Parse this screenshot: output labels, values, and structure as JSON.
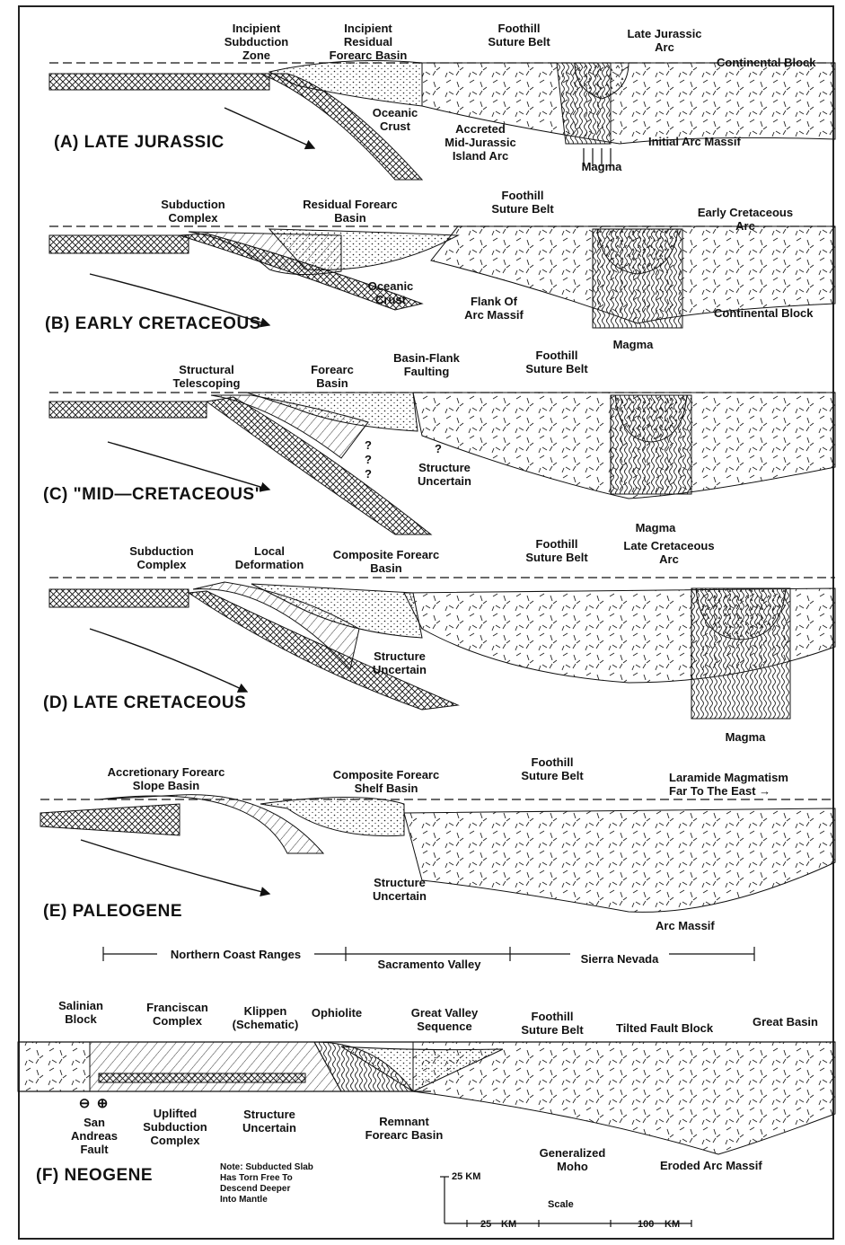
{
  "panels": {
    "a": {
      "title": "(A) LATE JURASSIC",
      "labels": {
        "incipient_subduction_zone": "Incipient\nSubduction\nZone",
        "incipient_residual_forearc_basin": "Incipient\nResidual\nForearc Basin",
        "foothill_suture_belt": "Foothill\nSuture Belt",
        "late_jurassic_arc": "Late Jurassic\nArc",
        "continental_block": "Continental Block",
        "oceanic_crust": "Oceanic\nCrust",
        "accreted_island_arc": "Accreted\nMid-Jurassic\nIsland Arc",
        "initial_arc_massif": "Initial Arc Massif",
        "magma": "Magma"
      }
    },
    "b": {
      "title": "(B) EARLY CRETACEOUS",
      "labels": {
        "subduction_complex": "Subduction\nComplex",
        "residual_forearc_basin": "Residual Forearc\nBasin",
        "foothill_suture_belt": "Foothill\nSuture Belt",
        "early_cretaceous_arc": "Early Cretaceous\nArc",
        "oceanic_crust": "Oceanic\nCrust",
        "flank_of_arc_massif": "Flank Of\nArc Massif",
        "continental_block": "Continental Block",
        "magma": "Magma"
      }
    },
    "c": {
      "title": "(C) \"MID—CRETACEOUS\"",
      "labels": {
        "structural_telescoping": "Structural\nTelescoping",
        "forearc_basin": "Forearc\nBasin",
        "basin_flank_faulting": "Basin-Flank\nFaulting",
        "foothill_suture_belt": "Foothill\nSuture Belt",
        "structure_uncertain": "Structure\nUncertain",
        "magma": "Magma",
        "question_mark": "?"
      }
    },
    "d": {
      "title": "(D) LATE CRETACEOUS",
      "labels": {
        "subduction_complex": "Subduction\nComplex",
        "local_deformation": "Local\nDeformation",
        "composite_forearc_basin": "Composite Forearc\nBasin",
        "foothill_suture_belt": "Foothill\nSuture Belt",
        "late_cretaceous_arc": "Late Cretaceous\nArc",
        "structure_uncertain": "Structure\nUncertain",
        "magma": "Magma"
      }
    },
    "e": {
      "title": "(E) PALEOGENE",
      "labels": {
        "accretionary_slope_basin": "Accretionary Forearc\nSlope Basin",
        "composite_shelf_basin": "Composite Forearc\nShelf Basin",
        "foothill_suture_belt": "Foothill\nSuture Belt",
        "laramide_magmatism": "Laramide Magmatism\nFar To The East →",
        "structure_uncertain": "Structure\nUncertain",
        "arc_massif": "Arc Massif"
      }
    },
    "regions": {
      "northern_coast_ranges": "Northern Coast Ranges",
      "sacramento_valley": "Sacramento Valley",
      "sierra_nevada": "Sierra Nevada"
    },
    "f": {
      "title": "(F) NEOGENE",
      "labels": {
        "salinian_block": "Salinian\nBlock",
        "franciscan_complex": "Franciscan\nComplex",
        "klippen": "Klippen\n(Schematic)",
        "ophiolite": "Ophiolite",
        "great_valley_sequence": "Great Valley\nSequence",
        "foothill_suture_belt": "Foothill\nSuture Belt",
        "tilted_fault_block": "Tilted Fault Block",
        "great_basin": "Great Basin",
        "san_andreas_fault": "San\nAndreas\nFault",
        "uplifted_subduction_complex": "Uplifted\nSubduction\nComplex",
        "structure_uncertain": "Structure\nUncertain",
        "remnant_forearc_basin": "Remnant\nForearc Basin",
        "generalized_moho": "Generalized\nMoho",
        "eroded_arc_massif": "Eroded Arc Massif",
        "note": "Note: Subducted Slab\nHas Torn Free To\nDescend Deeper\nInto Mantle",
        "minus": "⊖",
        "plus": "⊕"
      }
    }
  },
  "scale": {
    "title": "Scale",
    "vertical": "25 KM",
    "h_25": "25",
    "h_km1": "KM",
    "h_100": "100",
    "h_km2": "KM"
  }
}
